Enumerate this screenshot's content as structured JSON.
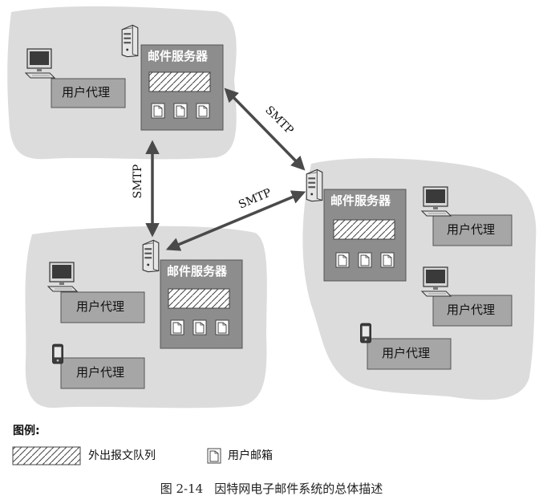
{
  "figure": {
    "number": "图 2-14",
    "title": "因特网电子邮件系统的总体描述"
  },
  "mail_server_label": "邮件服务器",
  "user_agent_label": "用户代理",
  "protocol_label": "SMTP",
  "legend": {
    "title": "图例:",
    "queue_label": "外出报文队列",
    "mailbox_label": "用户邮箱"
  },
  "colors": {
    "blob": "#dcdcdc",
    "server_box": "#8d8d8d",
    "agent_box": "#a6a6a6",
    "arrow": "#4a4a4a"
  },
  "icons": [
    "computer-icon",
    "server-tower-icon",
    "mobile-phone-icon",
    "outgoing-queue-icon",
    "mailbox-icon"
  ]
}
